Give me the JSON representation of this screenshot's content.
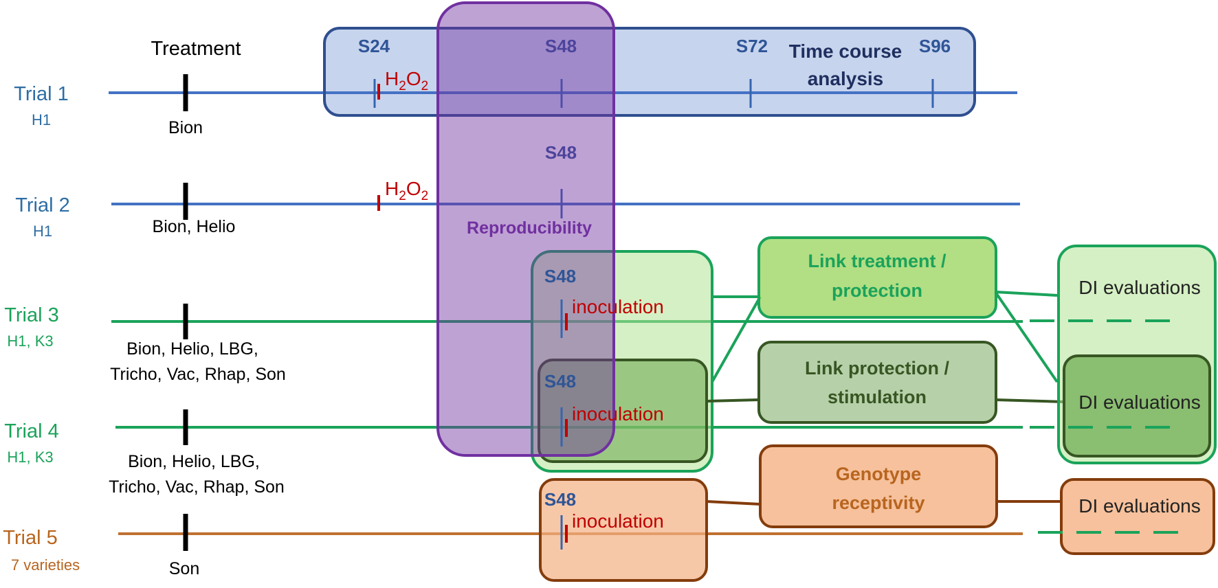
{
  "treatment_header": "Treatment",
  "trials": [
    {
      "name": "Trial 1",
      "sub": "H1",
      "treatments": [
        "Bion"
      ]
    },
    {
      "name": "Trial 2",
      "sub": "H1",
      "treatments": [
        "Bion, Helio"
      ]
    },
    {
      "name": "Trial 3",
      "sub": "H1, K3",
      "treatments": [
        "Bion, Helio, LBG,",
        "Tricho, Vac, Rhap,  Son"
      ]
    },
    {
      "name": "Trial 4",
      "sub": "H1, K3",
      "treatments": [
        "Bion, Helio, LBG,",
        "Tricho, Vac, Rhap,  Son"
      ]
    },
    {
      "name": "Trial 5",
      "sub": "7 varieties",
      "treatments": [
        "Son"
      ]
    }
  ],
  "timepoints": {
    "s24": "S24",
    "s48": "S48",
    "s72": "S72",
    "s96": "S96"
  },
  "h2o2": {
    "base": "H",
    "sub": "2",
    "mid": "O",
    "sub2": "2"
  },
  "time_course": [
    "Time course",
    "analysis"
  ],
  "reproducibility": "Reproducibility",
  "inoculation": "inoculation",
  "link_treatment": [
    "Link treatment /",
    "protection"
  ],
  "link_protection": [
    "Link protection /",
    "stimulation"
  ],
  "genotype": [
    "Genotype",
    "receptivity"
  ],
  "di_evaluations": "DI evaluations",
  "colors": {
    "trial12": "#2e6da4",
    "trial34": "#1aa35a",
    "trial5": "#b8651f",
    "h2o2": "#c00000",
    "purple": "#7030a0",
    "navy": "#1f3864",
    "dark_green": "#375623"
  }
}
